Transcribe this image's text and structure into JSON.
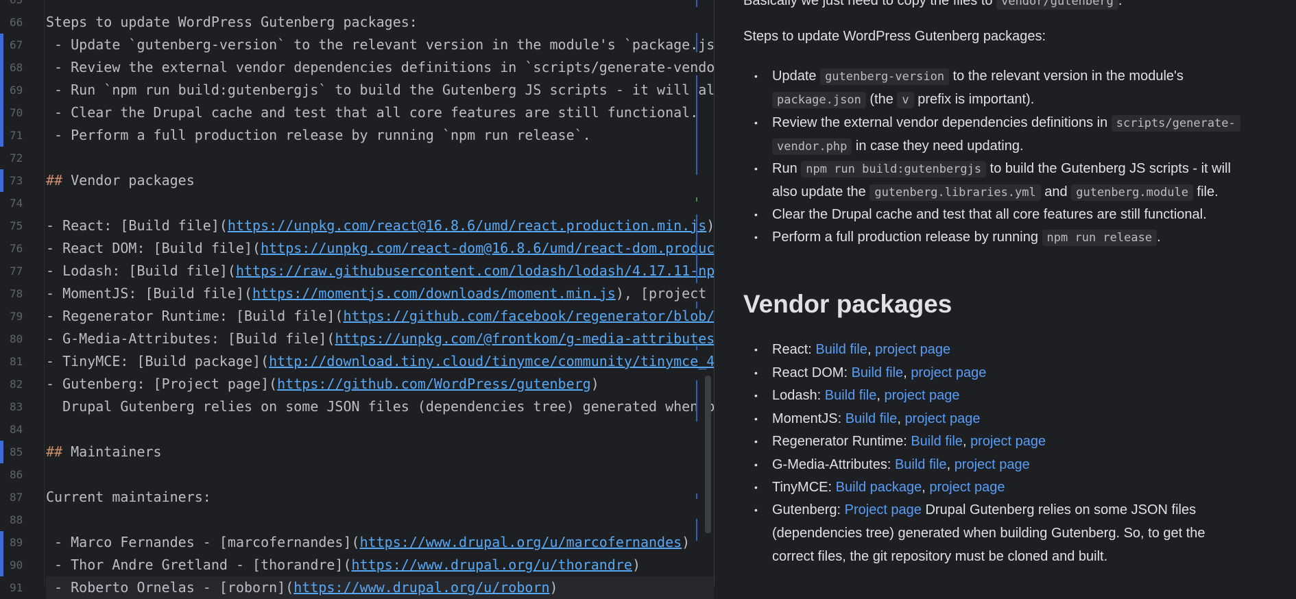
{
  "editor": {
    "gutter": [
      {
        "n": "65",
        "mark": false
      },
      {
        "n": "66",
        "mark": false
      },
      {
        "n": "67",
        "mark": true
      },
      {
        "n": "68",
        "mark": true
      },
      {
        "n": "69",
        "mark": true
      },
      {
        "n": "70",
        "mark": true
      },
      {
        "n": "71",
        "mark": true
      },
      {
        "n": "72",
        "mark": false
      },
      {
        "n": "73",
        "mark": true
      },
      {
        "n": "74",
        "mark": false
      },
      {
        "n": "75",
        "mark": false
      },
      {
        "n": "76",
        "mark": false
      },
      {
        "n": "77",
        "mark": false
      },
      {
        "n": "78",
        "mark": false
      },
      {
        "n": "79",
        "mark": false
      },
      {
        "n": "80",
        "mark": false
      },
      {
        "n": "81",
        "mark": false
      },
      {
        "n": "82",
        "mark": false
      },
      {
        "n": "83",
        "mark": false
      },
      {
        "n": "84",
        "mark": false
      },
      {
        "n": "85",
        "mark": true
      },
      {
        "n": "86",
        "mark": false
      },
      {
        "n": "87",
        "mark": false
      },
      {
        "n": "88",
        "mark": false
      },
      {
        "n": "89",
        "mark": true
      },
      {
        "n": "90",
        "mark": true
      },
      {
        "n": "91",
        "mark": false
      }
    ],
    "lines": {
      "l66": "Steps to update WordPress Gutenberg packages:",
      "l67": " - Update `gutenberg-version` to the relevant version in the module's `package.js",
      "l68": " - Review the external vendor dependencies definitions in `scripts/generate-vendo",
      "l69": " - Run `npm run build:gutenbergjs` to build the Gutenberg JS scripts - it will al",
      "l70": " - Clear the Drupal cache and test that all core features are still functional.",
      "l71": " - Perform a full production release by running `npm run release`.",
      "l73_mark": "##",
      "l73_text": " Vendor packages",
      "l75_pre": "- React: [Build file](",
      "l75_url": "https://unpkg.com/react@16.8.6/umd/react.production.min.js",
      "l75_post": ")",
      "l76_pre": "- React DOM: [Build file](",
      "l76_url": "https://unpkg.com/react-dom@16.8.6/umd/react-dom.produc",
      "l77_pre": "- Lodash: [Build file](",
      "l77_url": "https://raw.githubusercontent.com/lodash/lodash/4.17.11-np",
      "l78_pre": "- MomentJS: [Build file](",
      "l78_url": "https://momentjs.com/downloads/moment.min.js",
      "l78_post": "), [project ",
      "l79_pre": "- Regenerator Runtime: [Build file](",
      "l79_url": "https://github.com/facebook/regenerator/blob/",
      "l80_pre": "- G-Media-Attributes: [Build file](",
      "l80_url": "https://unpkg.com/@frontkom/g-media-attributes",
      "l81_pre": "- TinyMCE: [Build package](",
      "l81_url": "http://download.tiny.cloud/tinymce/community/tinymce_4",
      "l82_pre": "- Gutenberg: [Project page](",
      "l82_url": "https://github.com/WordPress/gutenberg",
      "l82_post": ")",
      "l83": "  Drupal Gutenberg relies on some JSON files (dependencies tree) generated when b",
      "l85_mark": "##",
      "l85_text": " Maintainers",
      "l87": "Current maintainers:",
      "l89_pre": " - Marco Fernandes - [marcofernandes](",
      "l89_url": "https://www.drupal.org/u/marcofernandes",
      "l89_post": ")",
      "l90_pre": " - Thor Andre Gretland - [thorandre](",
      "l90_url": "https://www.drupal.org/u/thorandre",
      "l90_post": ")",
      "l91_pre": " - Roberto Ornelas - [roborn](",
      "l91_url": "https://www.drupal.org/u/roborn",
      "l91_post": ")"
    }
  },
  "preview": {
    "top_cut_pre": "Basically we just need to copy the files to ",
    "top_cut_code": "vendor/gutenberg",
    "top_cut_post": ".",
    "steps_title": "Steps to update WordPress Gutenberg packages:",
    "s1_a": "Update ",
    "s1_code1": "gutenberg-version",
    "s1_b": " to the relevant version in the module's",
    "s1_code2": "package.json",
    "s1_c": " (the ",
    "s1_code3": "v",
    "s1_d": " prefix is important).",
    "s2_a": "Review the external vendor dependencies definitions in ",
    "s2_code1a": "scripts/generate-",
    "s2_code1b": "vendor.php",
    "s2_b": " in case they need updating.",
    "s3_a": "Run ",
    "s3_code1": "npm run build:gutenbergjs",
    "s3_b": " to build the Gutenberg JS scripts - it will",
    "s3_c": "also update the ",
    "s3_code2": "gutenberg.libraries.yml",
    "s3_d": " and ",
    "s3_code3": "gutenberg.module",
    "s3_e": " file.",
    "s4": "Clear the Drupal cache and test that all core features are still functional.",
    "s5_a": "Perform a full production release by running ",
    "s5_code": "npm run release",
    "s5_b": ".",
    "heading": "Vendor packages",
    "vendors": [
      {
        "name": "React: ",
        "link1": "Build file",
        "sep": ", ",
        "link2": "project page"
      },
      {
        "name": "React DOM: ",
        "link1": "Build file",
        "sep": ", ",
        "link2": "project page"
      },
      {
        "name": "Lodash: ",
        "link1": "Build file",
        "sep": ", ",
        "link2": "project page"
      },
      {
        "name": "MomentJS: ",
        "link1": "Build file",
        "sep": ", ",
        "link2": "project page"
      },
      {
        "name": "Regenerator Runtime: ",
        "link1": "Build file",
        "sep": ", ",
        "link2": "project page"
      },
      {
        "name": "G-Media-Attributes: ",
        "link1": "Build file",
        "sep": ", ",
        "link2": "project page"
      },
      {
        "name": "TinyMCE: ",
        "link1": "Build package",
        "sep": ", ",
        "link2": "project page"
      }
    ],
    "gut_name": "Gutenberg: ",
    "gut_link": "Project page",
    "gut_a": " Drupal Gutenberg relies on some JSON files",
    "gut_b": "(dependencies tree) generated when building Gutenberg. So, to get the",
    "gut_c": "correct files, the git repository must be cloned and built.",
    "bullet": "•"
  },
  "colors": {
    "background": "#1e1f22",
    "text": "#bcbec4",
    "heading_marker": "#cf8e6d",
    "link": "#57a8f5",
    "change_marker": "#3d6dd7"
  }
}
